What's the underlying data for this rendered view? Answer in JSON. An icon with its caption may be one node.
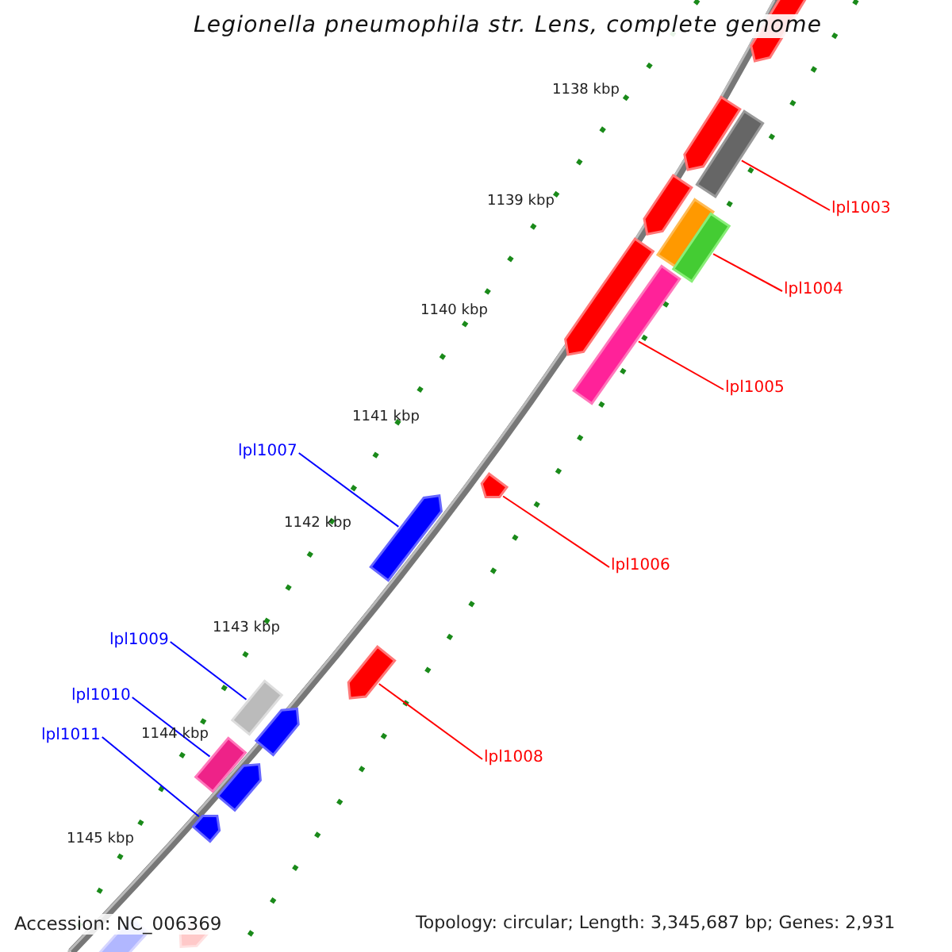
{
  "diagram": {
    "title": "Legionella pneumophila str. Lens, complete genome",
    "nodes": [
      {
        "text": [
          "lpl1003"
        ]
      },
      {
        "text": [
          "lpl1004"
        ]
      },
      {
        "text": [
          "lpl1005"
        ]
      },
      {
        "text": [
          "lpl1007"
        ]
      },
      {
        "text": [
          "lpl1006"
        ]
      },
      {
        "text": [
          "lpl1009"
        ]
      },
      {
        "text": [
          "lpl1010"
        ]
      },
      {
        "text": [
          "lpl1011"
        ]
      },
      {
        "text": [
          "lpl1008"
        ]
      },
      {
        "text": [],
        "shape": "arrow"
      },
      {
        "text": [],
        "shape": "arrow"
      },
      {
        "text": [],
        "shape": "bar"
      },
      {
        "text": [],
        "shape": "arrow"
      },
      {
        "text": [],
        "shape": "bar"
      },
      {
        "text": [],
        "shape": "bar"
      },
      {
        "text": [],
        "shape": "arrow"
      },
      {
        "text": [],
        "shape": "bar"
      },
      {
        "text": [],
        "shape": "arrow"
      },
      {
        "text": [],
        "shape": "arrow"
      },
      {
        "text": [],
        "shape": "arrow"
      },
      {
        "text": [],
        "shape": "bar"
      },
      {
        "text": [],
        "shape": "arrow"
      },
      {
        "text": [],
        "shape": "bar"
      },
      {
        "text": [],
        "shape": "arrow"
      },
      {
        "text": [],
        "shape": "arrow"
      },
      {
        "text": [],
        "shape": "arrow"
      },
      {
        "text": [],
        "shape": "bar"
      }
    ],
    "edges": [
      {
        "from": 0,
        "to": 11,
        "arrow": "none"
      },
      {
        "from": 1,
        "to": 14,
        "arrow": "none"
      },
      {
        "from": 2,
        "to": 16,
        "arrow": "none"
      },
      {
        "from": 3,
        "to": 18,
        "arrow": "none",
        "color": "#0000ff"
      },
      {
        "from": 4,
        "to": 17,
        "arrow": "none"
      },
      {
        "from": 5,
        "to": 20,
        "arrow": "none",
        "color": "#0000ff"
      },
      {
        "from": 6,
        "to": 22,
        "arrow": "none",
        "color": "#0000ff"
      },
      {
        "from": 7,
        "to": 24,
        "arrow": "none",
        "color": "#0000ff"
      },
      {
        "from": 8,
        "to": 19,
        "arrow": "none"
      }
    ],
    "labels": [
      "1138 kbp",
      "1139 kbp",
      "1140 kbp",
      "1141 kbp",
      "1142 kbp",
      "1143 kbp",
      "1144 kbp",
      "1145 kbp",
      "Accession: NC_006369",
      "Topology: circular; Length: 3,345,687 bp; Genes: 2,931"
    ]
  }
}
